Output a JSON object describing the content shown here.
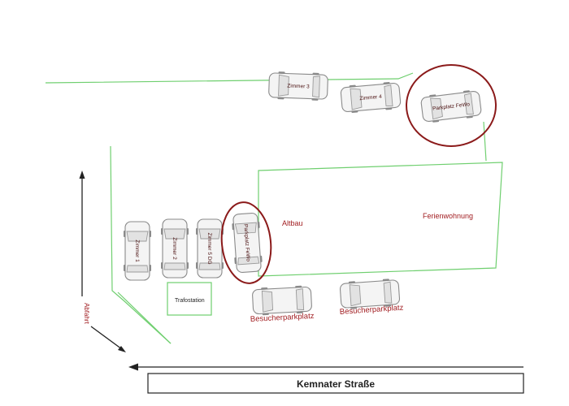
{
  "street": {
    "name": "Kemnater Straße"
  },
  "buildings": {
    "altbau": "Altbau",
    "ferienwohnung": "Ferienwohnung"
  },
  "trafostation": "Trafostation",
  "abfahrt": "Abfahrt",
  "visitor_parking": [
    "Besucherparkplatz",
    "Besucherparkplatz"
  ],
  "cars": {
    "zimmer3": "Zimmer 3",
    "zimmer4": "Zimmer 4",
    "fewo_top": "Parkplatz FeWo",
    "zimmer1": "Zimmer 1",
    "zimmer2": "Zimmer 2",
    "zimmer5": "Zimmer 5 DG",
    "fewo_side": "Parkplatz FeWo"
  },
  "colors": {
    "boundary": "#6fcf6f",
    "label_red": "#a11d21",
    "highlight": "#8b1a1a"
  }
}
